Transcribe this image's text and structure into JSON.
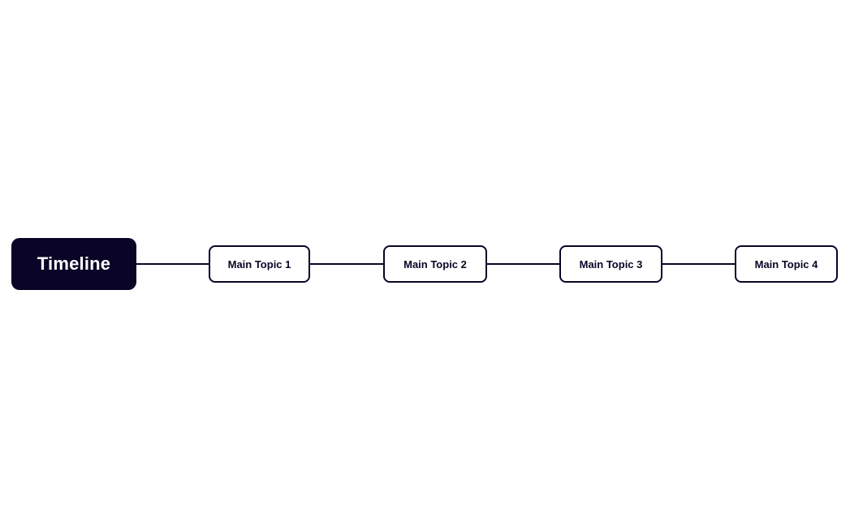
{
  "diagram": {
    "type": "timeline-mindmap",
    "orientation": "horizontal",
    "background_color": "#ffffff",
    "accent_color": "#0a0526",
    "root": {
      "label": "Timeline",
      "fill_color": "#0a0526",
      "text_color": "#ffffff"
    },
    "nodes": [
      {
        "label": "Main Topic 1",
        "fill_color": "#ffffff",
        "border_color": "#0a0526",
        "text_color": "#0a0526"
      },
      {
        "label": "Main Topic 2",
        "fill_color": "#ffffff",
        "border_color": "#0a0526",
        "text_color": "#0a0526"
      },
      {
        "label": "Main Topic 3",
        "fill_color": "#ffffff",
        "border_color": "#0a0526",
        "text_color": "#0a0526"
      },
      {
        "label": "Main Topic 4",
        "fill_color": "#ffffff",
        "border_color": "#0a0526",
        "text_color": "#0a0526"
      }
    ],
    "edges": [
      {
        "from": "Timeline",
        "to": "Main Topic 1"
      },
      {
        "from": "Main Topic 1",
        "to": "Main Topic 2"
      },
      {
        "from": "Main Topic 2",
        "to": "Main Topic 3"
      },
      {
        "from": "Main Topic 3",
        "to": "Main Topic 4"
      }
    ]
  }
}
